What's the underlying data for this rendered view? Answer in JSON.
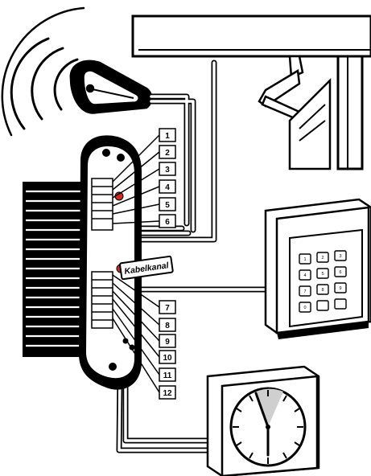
{
  "diagram": {
    "cable_label": "Kabelkanal",
    "terminals": [
      "1",
      "2",
      "3",
      "4",
      "5",
      "6",
      "7",
      "8",
      "9",
      "10",
      "11",
      "12"
    ],
    "keypad_keys": [
      "1",
      "2",
      "3",
      "4",
      "5",
      "6",
      "7",
      "8",
      "9",
      "0",
      "",
      ""
    ],
    "colors": {
      "line": "#000000",
      "background": "#ffffff",
      "led": "#d42a1e",
      "shade": "#cfcfcf"
    },
    "components": [
      {
        "name": "door-opener-horn"
      },
      {
        "name": "door-closer-arm"
      },
      {
        "name": "control-unit"
      },
      {
        "name": "code-keypad"
      },
      {
        "name": "time-switch-clock"
      }
    ]
  }
}
